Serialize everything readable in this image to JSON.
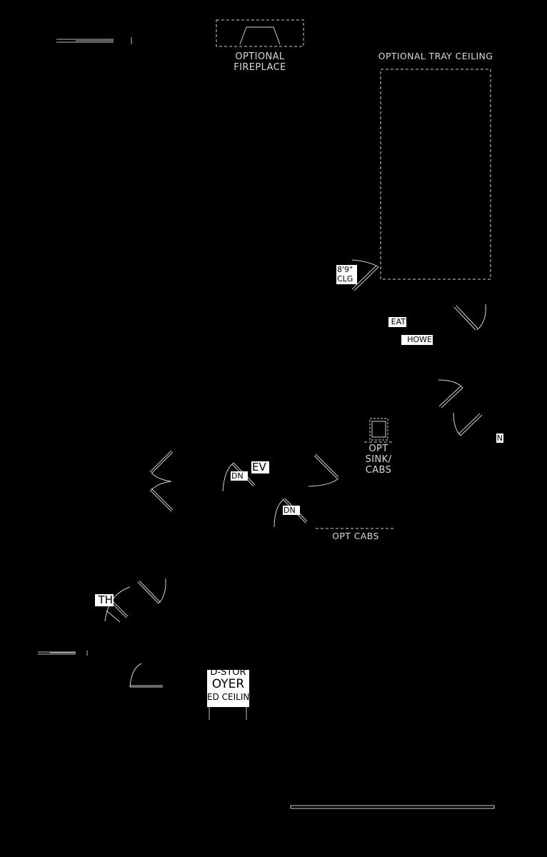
{
  "labels": {
    "fireplace": [
      "OPTIONAL",
      "FIREPLACE"
    ],
    "tray_ceiling": "OPTIONAL TRAY CEILING",
    "clg": [
      "8'9\"",
      "CLG"
    ],
    "seat": "EAT",
    "shower": "HOWE",
    "sink": [
      "OPT",
      "SINK/",
      "CABS"
    ],
    "opt_cabs": "OPT CABS",
    "lev": "EV",
    "dn_upper": "DN",
    "dn_lower": "DN",
    "bath": "TH",
    "right_edge": "N",
    "foyer": [
      "D-STOR",
      "OYER",
      "ED CEILIN"
    ]
  }
}
